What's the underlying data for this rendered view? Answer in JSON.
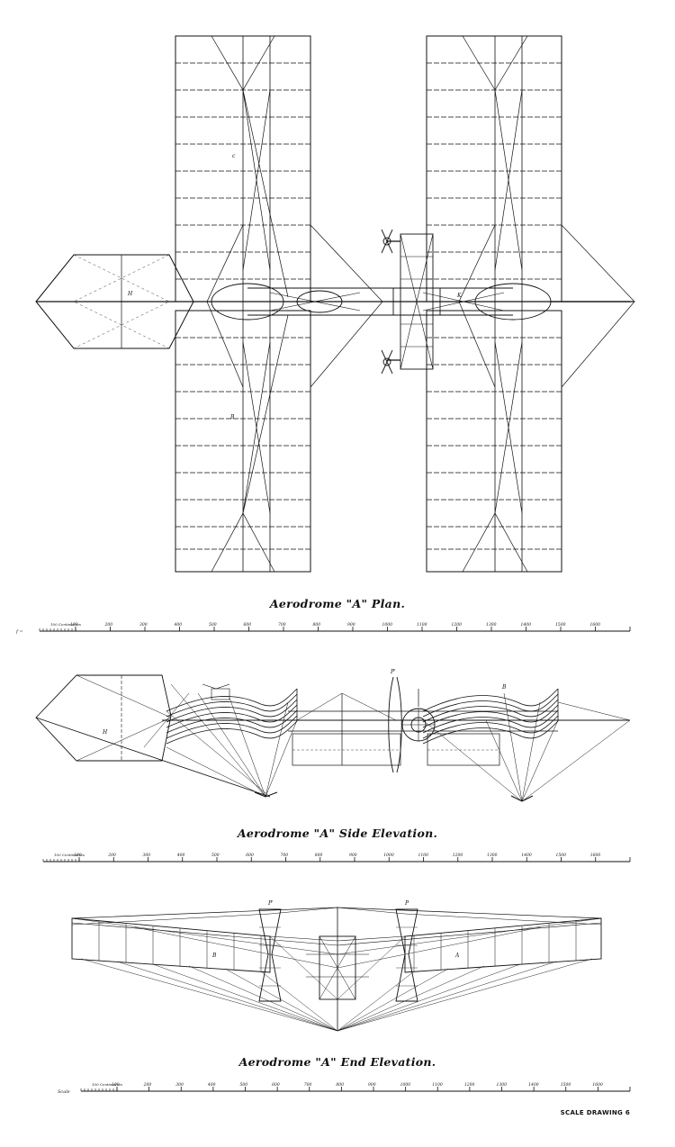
{
  "captions": {
    "plan": "Aerodrome \"A\" Plan.",
    "side": "Aerodrome \"A\" Side Elevation.",
    "end": "Aerodrome \"A\" End Elevation."
  },
  "scales": {
    "plan": {
      "prefix": "f =",
      "unit_label": "100 Centimetres",
      "ticks": [
        "100",
        "200",
        "300",
        "400",
        "500",
        "600",
        "700",
        "800",
        "900",
        "1000",
        "1100",
        "1200",
        "1300",
        "1400",
        "1500",
        "1600"
      ]
    },
    "side": {
      "prefix": "",
      "unit_label": "100 Centimetres",
      "ticks": [
        "100",
        "200",
        "300",
        "400",
        "500",
        "600",
        "700",
        "800",
        "900",
        "1000",
        "1100",
        "1200",
        "1300",
        "1400",
        "1500",
        "1600"
      ]
    },
    "end": {
      "prefix": "Scale",
      "unit_label": "100 Centimetres",
      "ticks": [
        "100",
        "200",
        "300",
        "400",
        "500",
        "600",
        "700",
        "800",
        "900",
        "1000",
        "1100",
        "1200",
        "1300",
        "1400",
        "1500",
        "1600"
      ]
    }
  },
  "footer": "SCALE DRAWING 6",
  "labels": {
    "plan_c": "c",
    "plan_b": "B",
    "plan_h": "H",
    "plan_k": "K",
    "side_h": "H",
    "side_p": "P'",
    "side_b": "B",
    "end_p1": "P'",
    "end_p2": "P",
    "end_a": "A",
    "end_b": "B"
  }
}
